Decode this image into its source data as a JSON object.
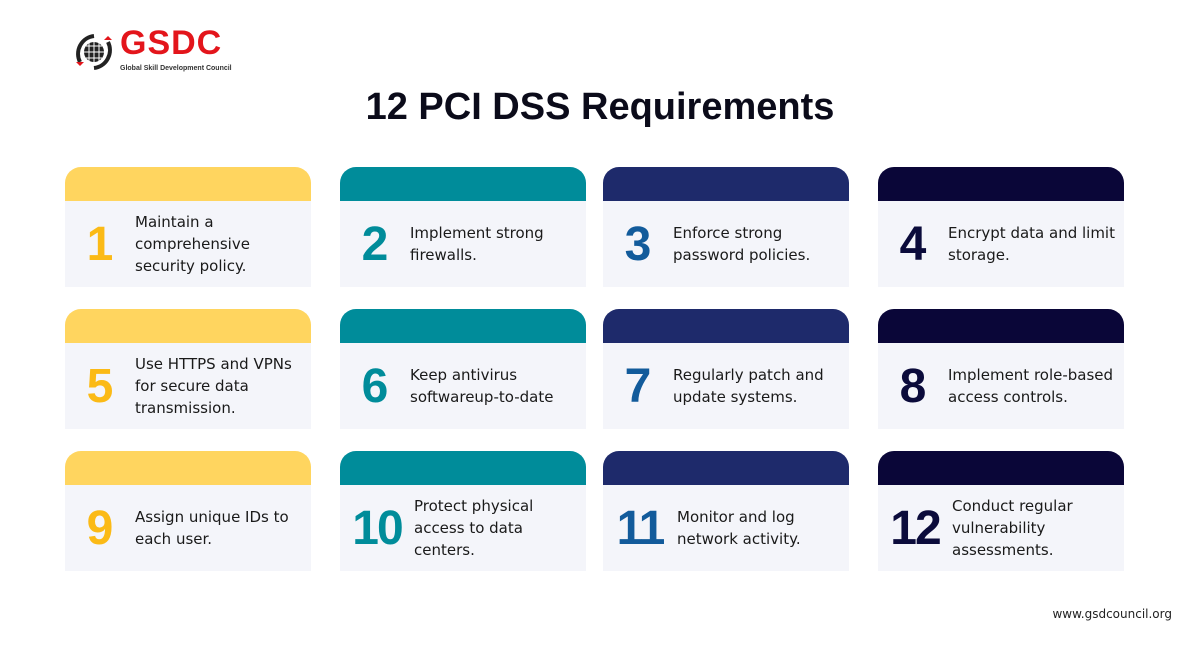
{
  "logo": {
    "name": "GSDC",
    "subtitle": "Global Skill Development Council"
  },
  "title": "12 PCI DSS Requirements",
  "colors": {
    "yellow_header": "#FFD55F",
    "yellow_num": "#FBBA16",
    "teal": "#008C9A",
    "navy_header": "#1E2A6B",
    "navy_num": "#125B9B",
    "dark_header": "#0A0638",
    "dark_num": "#0B0B3B",
    "card_bg": "#F4F5FA"
  },
  "requirements": [
    {
      "num": "1",
      "text": "Maintain a comprehensive security policy."
    },
    {
      "num": "2",
      "text": "Implement strong firewalls."
    },
    {
      "num": "3",
      "text": "Enforce strong password policies."
    },
    {
      "num": "4",
      "text": "Encrypt data and limit storage."
    },
    {
      "num": "5",
      "text": "Use HTTPS and VPNs for secure data transmission."
    },
    {
      "num": "6",
      "text": "Keep antivirus softwareup-to-date"
    },
    {
      "num": "7",
      "text": "Regularly patch and update systems."
    },
    {
      "num": "8",
      "text": "Implement role-based access controls."
    },
    {
      "num": "9",
      "text": "Assign unique IDs to each user."
    },
    {
      "num": "10",
      "text": "Protect physical access to data centers."
    },
    {
      "num": "11",
      "text": "Monitor and log network activity."
    },
    {
      "num": "12",
      "text": "Conduct regular vulnerability assessments."
    }
  ],
  "footer": "www.gsdcouncil.org"
}
